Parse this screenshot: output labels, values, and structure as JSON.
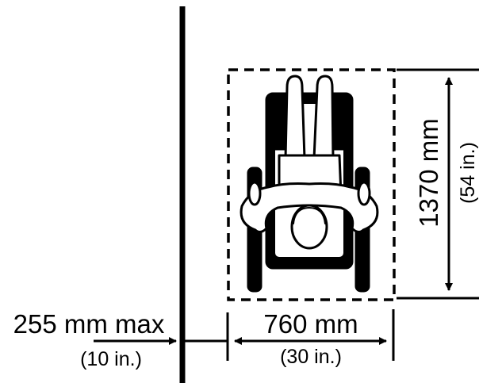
{
  "side_clearance": {
    "primary": "255 mm max",
    "secondary": "(10 in.)"
  },
  "space_width": {
    "primary": "760 mm",
    "secondary": "(30 in.)"
  },
  "space_depth": {
    "primary": "1370 mm",
    "secondary": "(54 in.)"
  },
  "figure": {
    "icon": "wheelchair-user-top-view-icon"
  },
  "colors": {
    "ink": "#000000",
    "fill": "#ffffff"
  }
}
